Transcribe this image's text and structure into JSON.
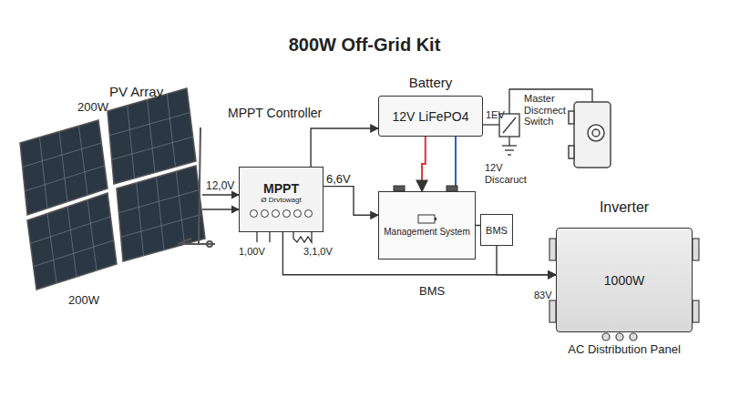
{
  "diagram": {
    "title": "800W Off-Grid Kit",
    "nodes": [
      {
        "text": [
          "Battery",
          "12V LiFePO4"
        ]
      },
      {
        "text": [
          "MPPT",
          "Ø Drvtowagt"
        ]
      },
      {
        "text": [
          "Management System"
        ]
      },
      {
        "text": [
          "BMS"
        ]
      },
      {
        "text": [
          "Inverter",
          "1000W",
          "AC Distribution Panel"
        ]
      }
    ],
    "edges": [
      {
        "from": 1,
        "to": 0,
        "arrow": "to"
      },
      {
        "from": 1,
        "to": 2,
        "label": "6,6V",
        "arrow": "to"
      },
      {
        "from": 0,
        "to": 2,
        "arrow": "to"
      },
      {
        "from": 2,
        "to": 3,
        "arrow": "none"
      },
      {
        "from": 1,
        "to": 4,
        "label": "BMS",
        "arrow": "to"
      },
      {
        "from": 3,
        "to": 4,
        "arrow": "to"
      }
    ],
    "labels": [
      "PV Array",
      "200W",
      "200W",
      "MPPT Controller",
      "1EV",
      "Master Discrnect Switch",
      "12V Discaruct",
      "12,0V",
      "1,00V",
      "3,1,0V",
      "83V"
    ]
  }
}
